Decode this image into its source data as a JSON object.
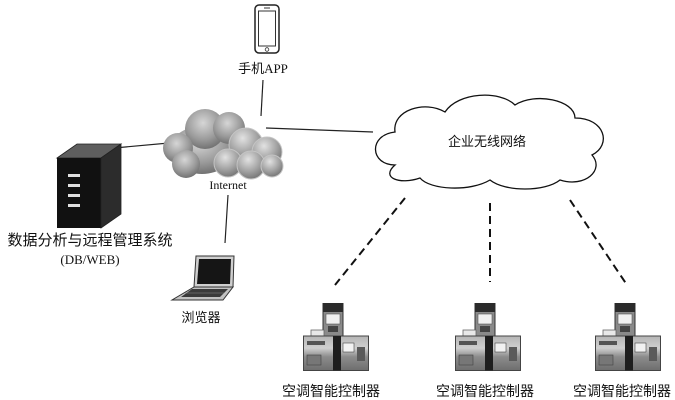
{
  "phone": {
    "icon": "smartphone-icon",
    "label": "手机APP"
  },
  "internet": {
    "icon": "cloud-icon",
    "label": "Internet"
  },
  "server": {
    "icon": "server-icon",
    "label_line1": "数据分析与远程管理系统",
    "label_line2": "(DB/WEB)"
  },
  "browser": {
    "icon": "laptop-icon",
    "label": "浏览器"
  },
  "enterprise_network": {
    "icon": "cloud-outline-icon",
    "label": "企业无线网络"
  },
  "controllers": [
    {
      "icon": "controller-icon",
      "label": "空调智能控制器"
    },
    {
      "icon": "controller-icon",
      "label": "空调智能控制器"
    },
    {
      "icon": "controller-icon",
      "label": "空调智能控制器"
    }
  ],
  "colors": {
    "line": "#222222",
    "internet_cloud": "#8a8a8a",
    "server": "#111111",
    "background": "#ffffff"
  }
}
